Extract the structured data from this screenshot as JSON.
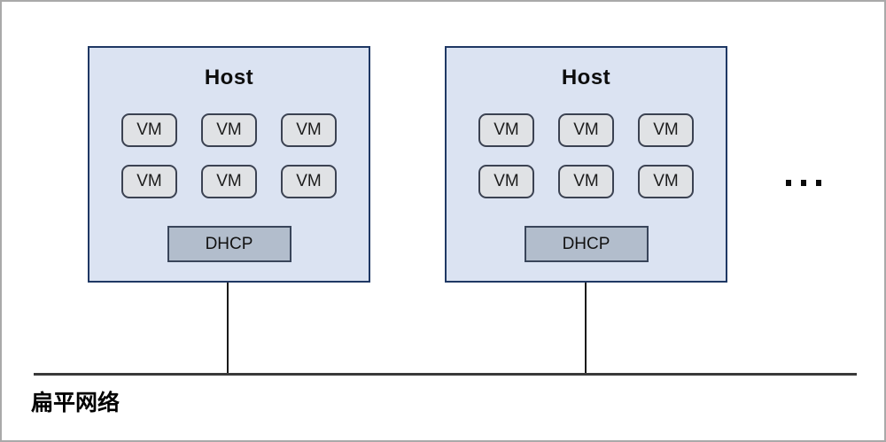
{
  "diagram": {
    "hosts": [
      {
        "title": "Host",
        "vms": [
          "VM",
          "VM",
          "VM",
          "VM",
          "VM",
          "VM"
        ],
        "dhcp": "DHCP"
      },
      {
        "title": "Host",
        "vms": [
          "VM",
          "VM",
          "VM",
          "VM",
          "VM",
          "VM"
        ],
        "dhcp": "DHCP"
      }
    ],
    "more_hosts_indicator": "...",
    "network_label": "扁平网络",
    "colors": {
      "host_fill": "#dbe3f2",
      "host_border": "#1f3864",
      "vm_fill": "#e0e2e5",
      "vm_border": "#3b4252",
      "dhcp_fill": "#b2bdcc",
      "dhcp_border": "#39455a",
      "connector_line": "#1a1a1a",
      "network_line": "#3a3a3a",
      "canvas_border": "#a9a9a9",
      "text": "#0d0d0d"
    }
  }
}
